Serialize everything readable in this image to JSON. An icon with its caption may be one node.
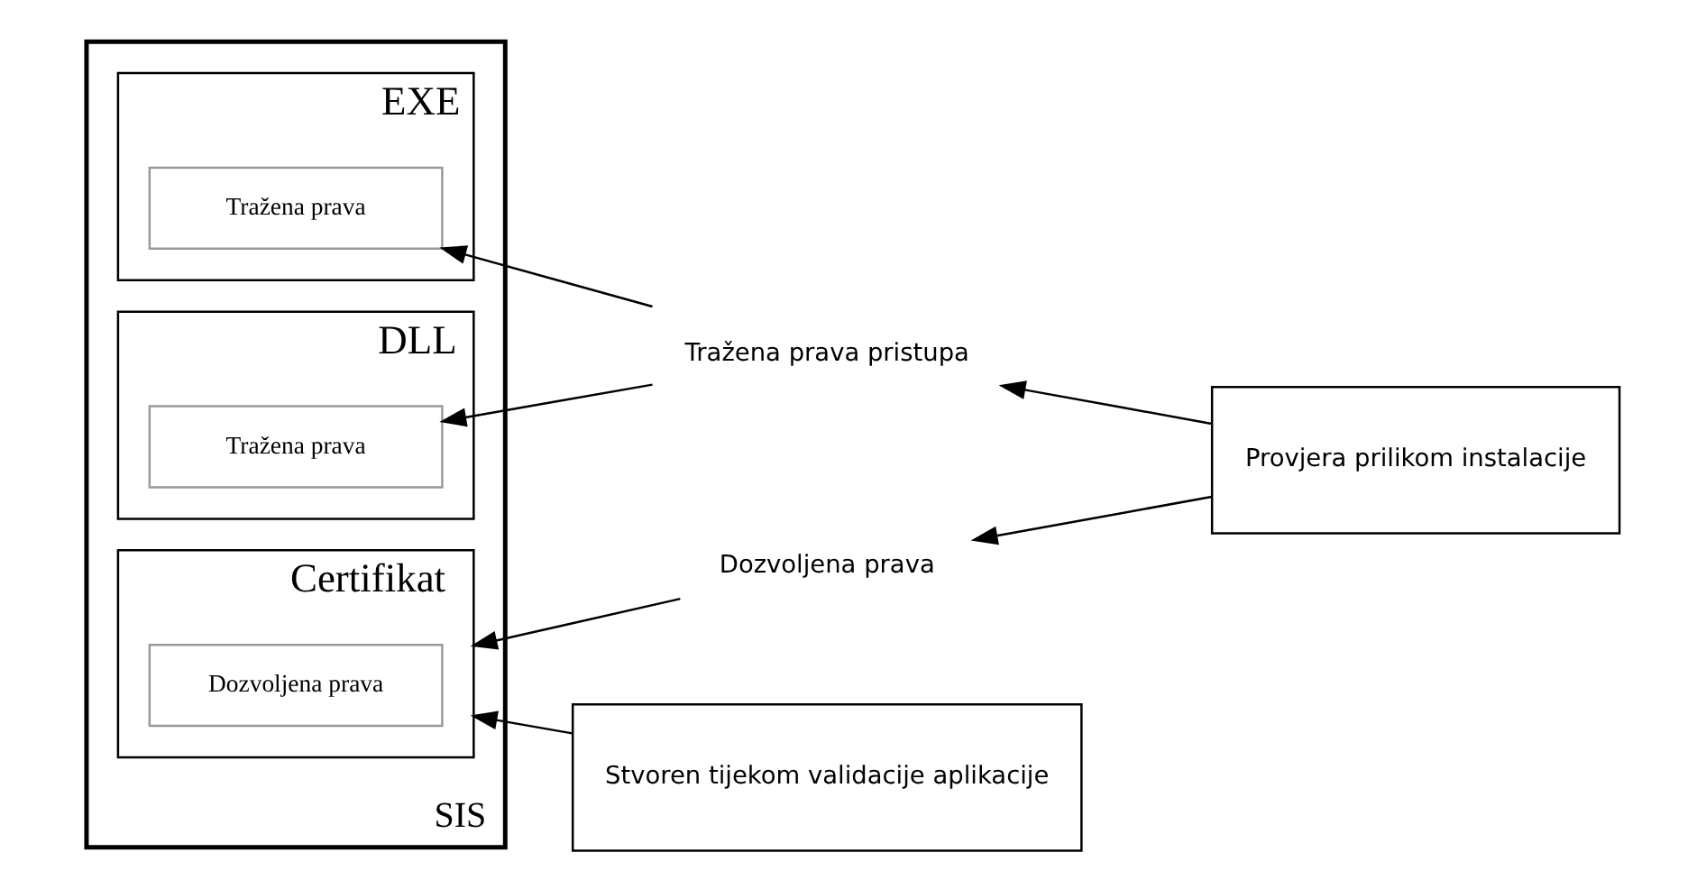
{
  "diagram": {
    "nodes": [
      {
        "text": [
          "SIS"
        ]
      },
      {
        "text": [
          "EXE"
        ],
        "in": 0
      },
      {
        "text": [
          "Tražena prava"
        ],
        "in": 1
      },
      {
        "text": [
          "DLL"
        ],
        "in": 0
      },
      {
        "text": [
          "Tražena prava"
        ],
        "in": 3
      },
      {
        "text": [
          "Certifikat"
        ],
        "in": 0
      },
      {
        "text": [
          "Dozvoljena prava"
        ],
        "in": 5
      },
      {
        "text": [
          "Tražena prava pristupa"
        ]
      },
      {
        "text": [
          "Dozvoljena prava"
        ]
      },
      {
        "text": [
          "Provjera prilikom instalacije"
        ]
      },
      {
        "text": [
          "Stvoren tijekom validacije aplikacije"
        ]
      }
    ],
    "edges": [
      {
        "from": 7,
        "to": 2,
        "arrow": "to"
      },
      {
        "from": 7,
        "to": 4,
        "arrow": "to"
      },
      {
        "from": 9,
        "to": 7,
        "arrow": "to"
      },
      {
        "from": 9,
        "to": 8,
        "arrow": "to"
      },
      {
        "from": 8,
        "to": 5,
        "arrow": "to"
      },
      {
        "from": 10,
        "to": 5,
        "arrow": "to"
      }
    ]
  }
}
